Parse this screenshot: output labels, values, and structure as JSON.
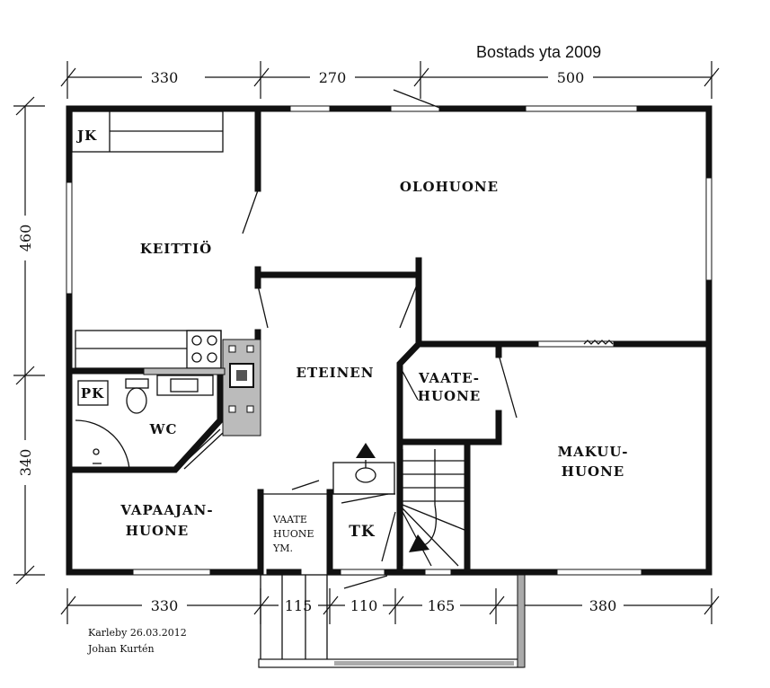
{
  "title": "Bostads yta 2009",
  "rooms": {
    "jk": "JK",
    "keittio": "KEITTIÖ",
    "olohuone": "OLOHUONE",
    "eteinen": "ETEINEN",
    "vaatehuone_1": "VAATE-",
    "vaatehuone_2": "HUONE",
    "makuuhuone_1": "MAKUU-",
    "makuuhuone_2": "HUONE",
    "pk": "PK",
    "wc": "WC",
    "vapaajanhuone_1": "VAPAAJAN-",
    "vapaajanhuone_2": "HUONE",
    "vaate_ym_1": "VAATE",
    "vaate_ym_2": "HUONE",
    "vaate_ym_3": "YM.",
    "tk": "TK"
  },
  "dimensions": {
    "top": [
      "330",
      "270",
      "500"
    ],
    "left": [
      "460",
      "340"
    ],
    "bottom": [
      "330",
      "115",
      "110",
      "165",
      "380"
    ]
  },
  "footer": {
    "place_date": "Karleby 26.03.2012",
    "author": "Johan Kurtén"
  }
}
